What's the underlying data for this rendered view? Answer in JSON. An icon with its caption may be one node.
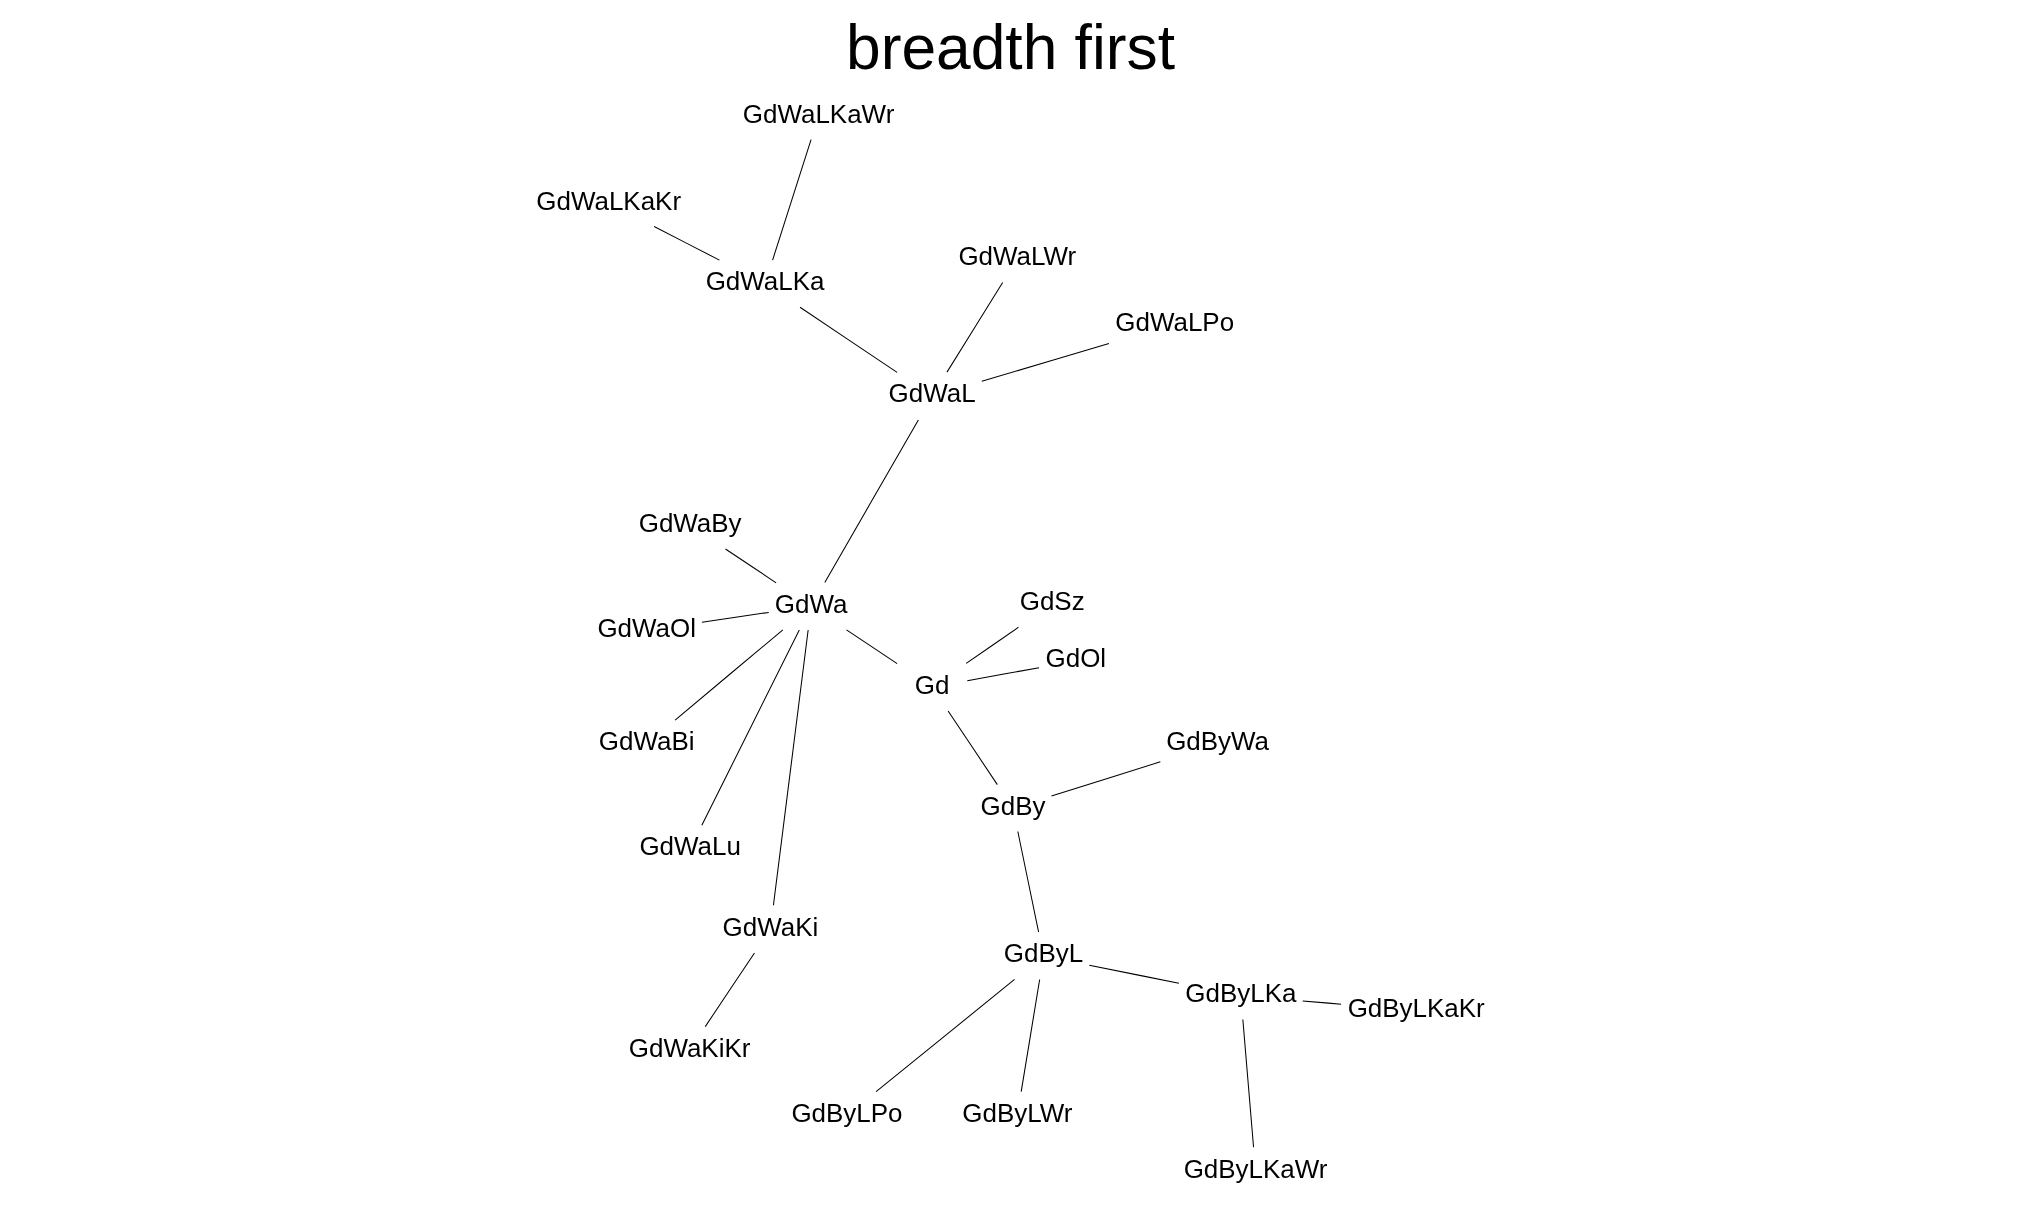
{
  "diagram": {
    "title": "breadth first",
    "nodes": [
      {
        "text": [
          "Gd"
        ]
      },
      {
        "text": [
          "GdOl"
        ]
      },
      {
        "text": [
          "GdSz"
        ]
      },
      {
        "text": [
          "GdWa"
        ]
      },
      {
        "text": [
          "GdBy"
        ]
      },
      {
        "text": [
          "GdWaL"
        ]
      },
      {
        "text": [
          "GdWaBy"
        ]
      },
      {
        "text": [
          "GdWaOl"
        ]
      },
      {
        "text": [
          "GdWaBi"
        ]
      },
      {
        "text": [
          "GdWaLu"
        ]
      },
      {
        "text": [
          "GdWaKi"
        ]
      },
      {
        "text": [
          "GdByL"
        ]
      },
      {
        "text": [
          "GdByWa"
        ]
      },
      {
        "text": [
          "GdWaLPo"
        ]
      },
      {
        "text": [
          "GdWaLWr"
        ]
      },
      {
        "text": [
          "GdWaLKa"
        ]
      },
      {
        "text": [
          "GdWaKiKr"
        ]
      },
      {
        "text": [
          "GdByLPo"
        ]
      },
      {
        "text": [
          "GdByLWr"
        ]
      },
      {
        "text": [
          "GdByLKa"
        ]
      },
      {
        "text": [
          "GdWaLKaWr"
        ]
      },
      {
        "text": [
          "GdWaLKaKr"
        ]
      },
      {
        "text": [
          "GdByLKaWr"
        ]
      },
      {
        "text": [
          "GdByLKaKr"
        ]
      }
    ],
    "edges": [
      {
        "from": 0,
        "to": 1,
        "arrow": "none"
      },
      {
        "from": 0,
        "to": 2,
        "arrow": "none"
      },
      {
        "from": 0,
        "to": 3,
        "arrow": "none"
      },
      {
        "from": 0,
        "to": 4,
        "arrow": "none"
      },
      {
        "from": 3,
        "to": 5,
        "arrow": "none"
      },
      {
        "from": 3,
        "to": 6,
        "arrow": "none"
      },
      {
        "from": 3,
        "to": 7,
        "arrow": "none"
      },
      {
        "from": 3,
        "to": 8,
        "arrow": "none"
      },
      {
        "from": 3,
        "to": 9,
        "arrow": "none"
      },
      {
        "from": 3,
        "to": 10,
        "arrow": "none"
      },
      {
        "from": 4,
        "to": 11,
        "arrow": "none"
      },
      {
        "from": 4,
        "to": 12,
        "arrow": "none"
      },
      {
        "from": 5,
        "to": 13,
        "arrow": "none"
      },
      {
        "from": 5,
        "to": 14,
        "arrow": "none"
      },
      {
        "from": 5,
        "to": 15,
        "arrow": "none"
      },
      {
        "from": 10,
        "to": 16,
        "arrow": "none"
      },
      {
        "from": 11,
        "to": 17,
        "arrow": "none"
      },
      {
        "from": 11,
        "to": 18,
        "arrow": "none"
      },
      {
        "from": 11,
        "to": 19,
        "arrow": "none"
      },
      {
        "from": 15,
        "to": 20,
        "arrow": "none"
      },
      {
        "from": 15,
        "to": 21,
        "arrow": "none"
      },
      {
        "from": 19,
        "to": 22,
        "arrow": "none"
      },
      {
        "from": 19,
        "to": 23,
        "arrow": "none"
      }
    ]
  }
}
